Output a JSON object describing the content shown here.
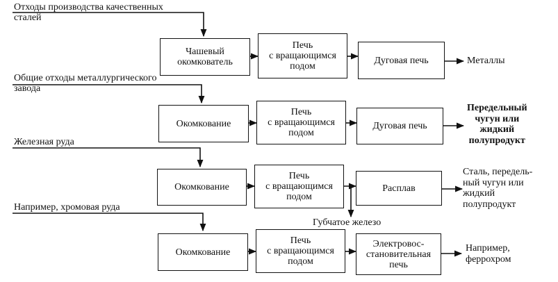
{
  "rows": [
    {
      "input": "Отходы производства качественных\nсталей",
      "step1": "Чашевый\nокомкователь",
      "step2": "Печь\nс вращающимся\nподом",
      "step3": "Дуговая печь",
      "output": "Металлы"
    },
    {
      "input": "Общие отходы металлургического\nзавода",
      "step1": "Окомкование",
      "step2": "Печь\nс вращающимся\nподом",
      "step3": "Дуговая печь",
      "output": "Передельный\nчугун или\nжидкий\nполупродукт"
    },
    {
      "input": "Железная руда",
      "step1": "Окомкование",
      "step2": "Печь\nс вращающимся\nподом",
      "step3": "Расплав",
      "output": "Сталь, передель-\nный чугун или\nжидкий\nполупродукт",
      "side_output": "Губчатое железо"
    },
    {
      "input": "Например, хромовая руда",
      "step1": "Окомкование",
      "step2": "Печь\nс вращающимся\nподом",
      "step3": "Электровос-\nстановительная\nпечь",
      "output": "Например,\nферрохром"
    }
  ]
}
